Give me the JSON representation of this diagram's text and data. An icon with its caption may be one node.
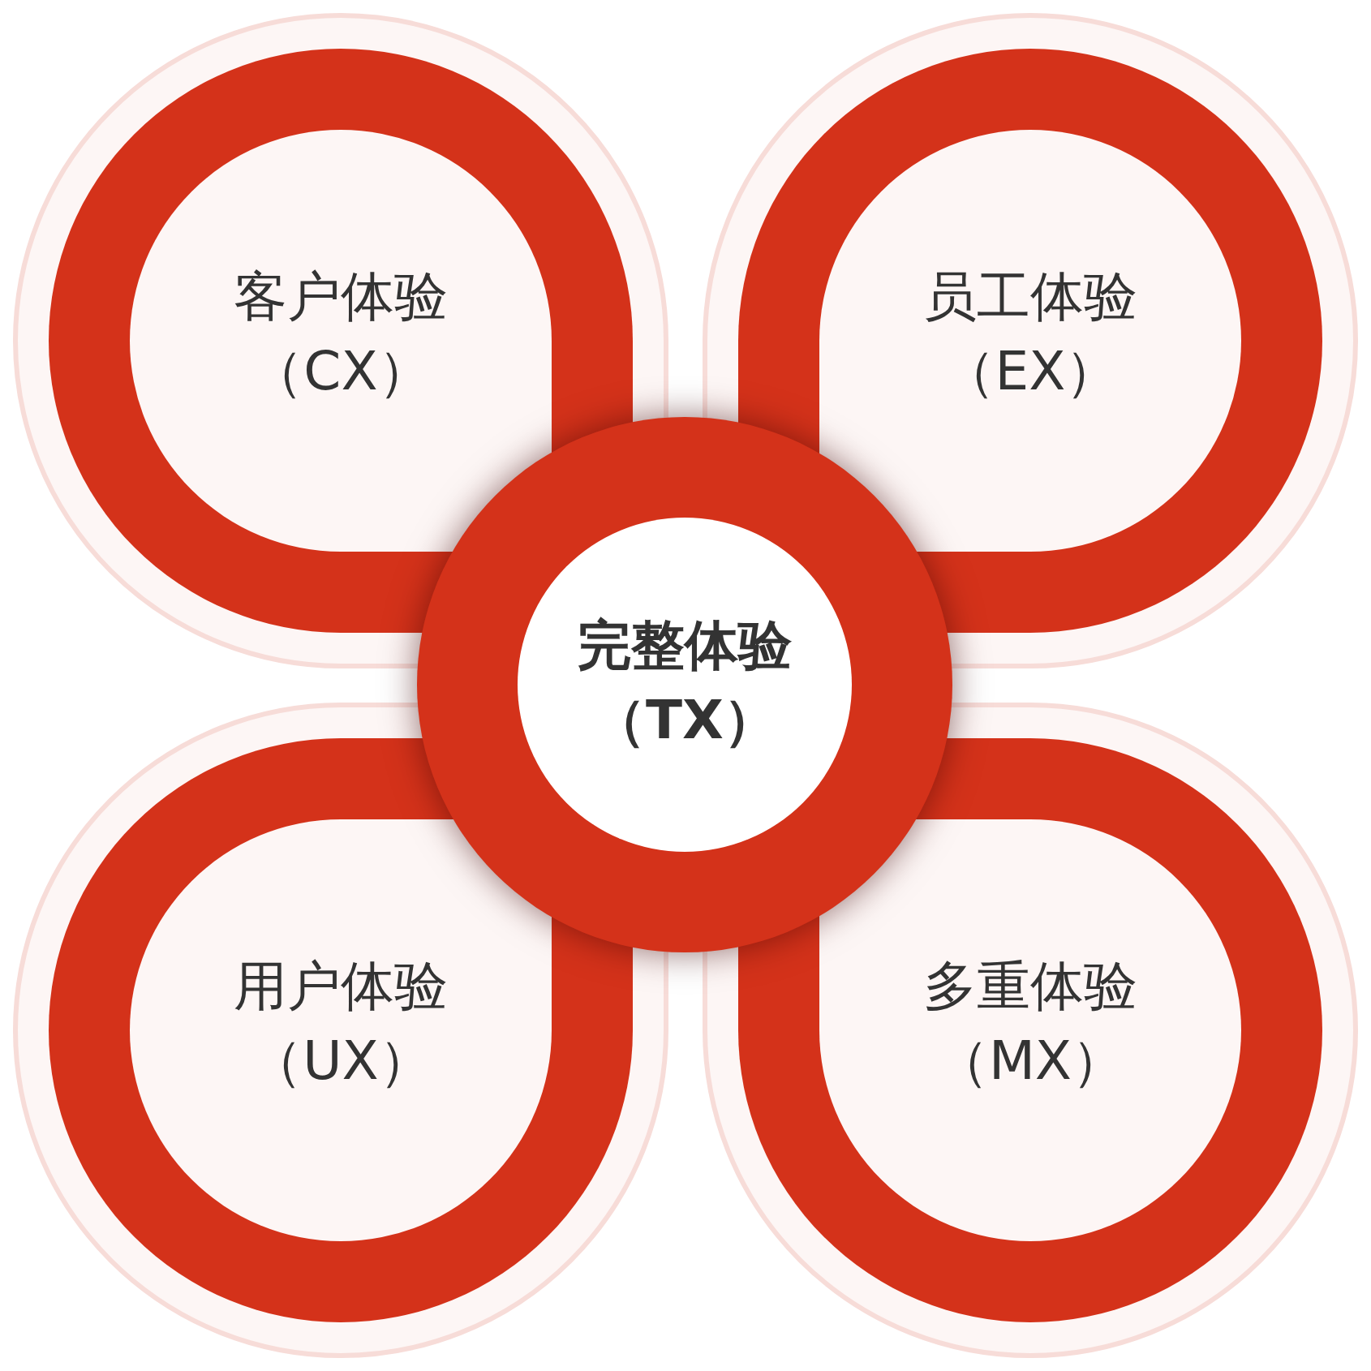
{
  "diagram": {
    "nodes": [
      {
        "text": [
          "客户体验（CX）"
        ]
      },
      {
        "text": [
          "员工体验（EX）"
        ]
      },
      {
        "text": [
          "完整体验（TX）"
        ]
      },
      {
        "text": [
          "用户体验（UX）"
        ]
      },
      {
        "text": [
          "多重体验（MX）"
        ]
      }
    ]
  }
}
